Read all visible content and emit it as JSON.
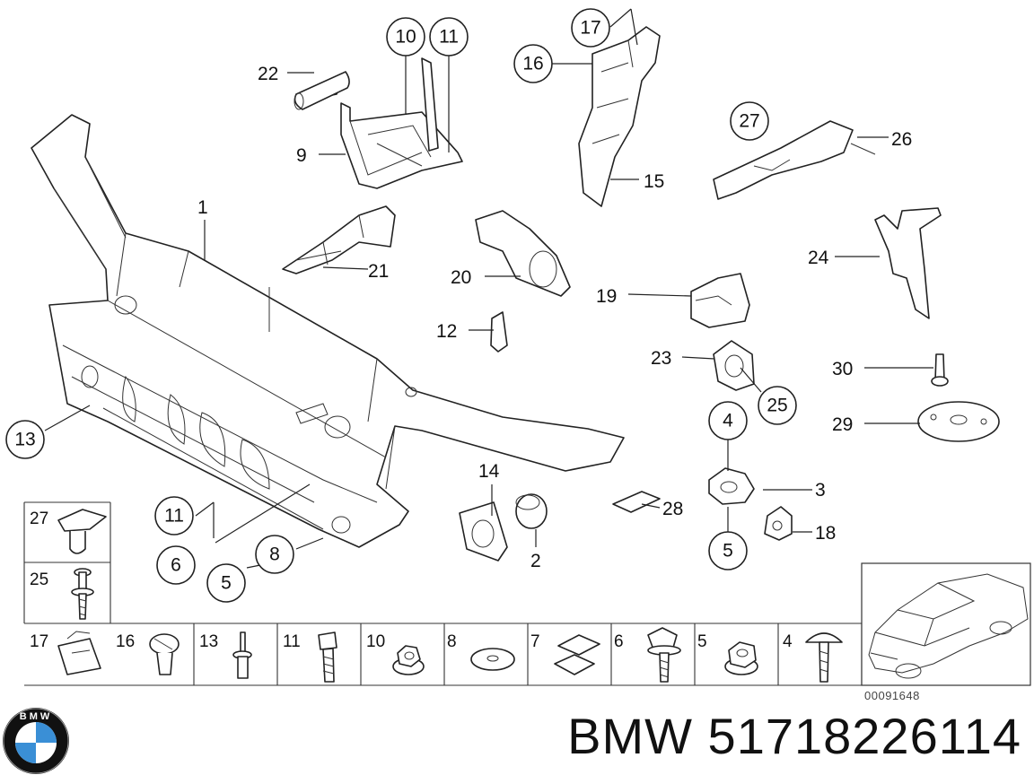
{
  "title": "BMW 51718226114",
  "diagram_code": "00091648",
  "brand_logo": {
    "icon": "bmw-roundel-icon",
    "letters": "BMW",
    "colors": {
      "blue": "#3a8fd6",
      "black": "#111111",
      "white": "#ffffff"
    }
  },
  "callouts": {
    "c1": "1",
    "c2": "2",
    "c3": "3",
    "c4": "4",
    "c5a": "5",
    "c5b": "5",
    "c6": "6",
    "c8": "8",
    "c9": "9",
    "c10": "10",
    "c11a": "11",
    "c11b": "11",
    "c12": "12",
    "c13": "13",
    "c14": "14",
    "c15": "15",
    "c16": "16",
    "c17": "17",
    "c18": "18",
    "c19": "19",
    "c20": "20",
    "c21": "21",
    "c22": "22",
    "c23": "23",
    "c24": "24",
    "c25": "25",
    "c26": "26",
    "c27": "27",
    "c28": "28",
    "c29": "29",
    "c30": "30"
  },
  "hardware_table": {
    "left_column": [
      "27",
      "25"
    ],
    "bottom_row": [
      "17",
      "16",
      "13",
      "11",
      "10",
      "8",
      "7",
      "6",
      "5",
      "4"
    ]
  }
}
